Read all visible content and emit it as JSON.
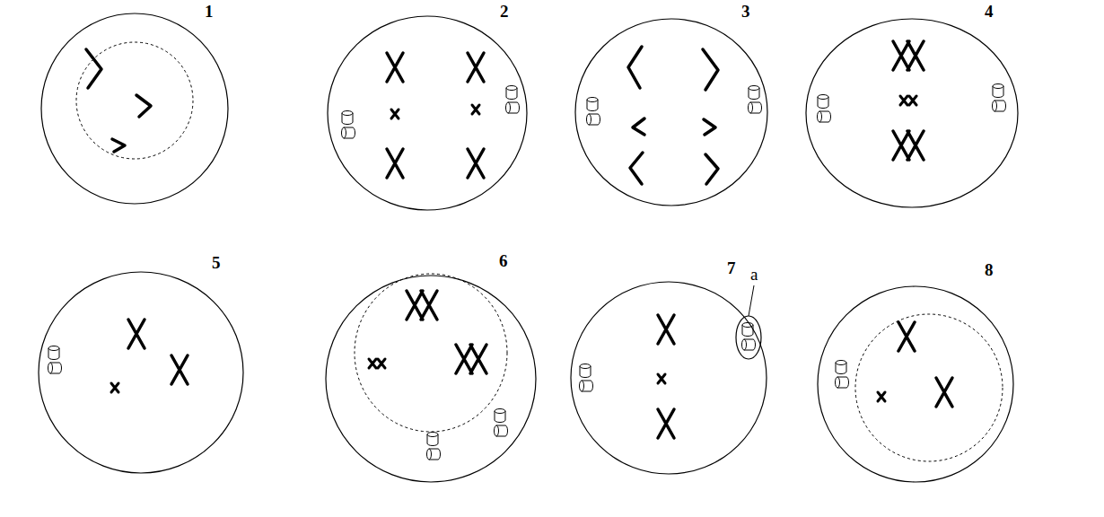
{
  "diagram": {
    "nodes": [
      {
        "text": [
          "1"
        ]
      },
      {
        "text": [
          "2"
        ]
      },
      {
        "text": [
          "3"
        ]
      },
      {
        "text": [
          "4"
        ]
      },
      {
        "text": [
          "5"
        ]
      },
      {
        "text": [
          "6"
        ]
      },
      {
        "text": [
          "7"
        ]
      },
      {
        "text": [
          "8"
        ]
      }
    ],
    "labels": [
      "a"
    ]
  }
}
